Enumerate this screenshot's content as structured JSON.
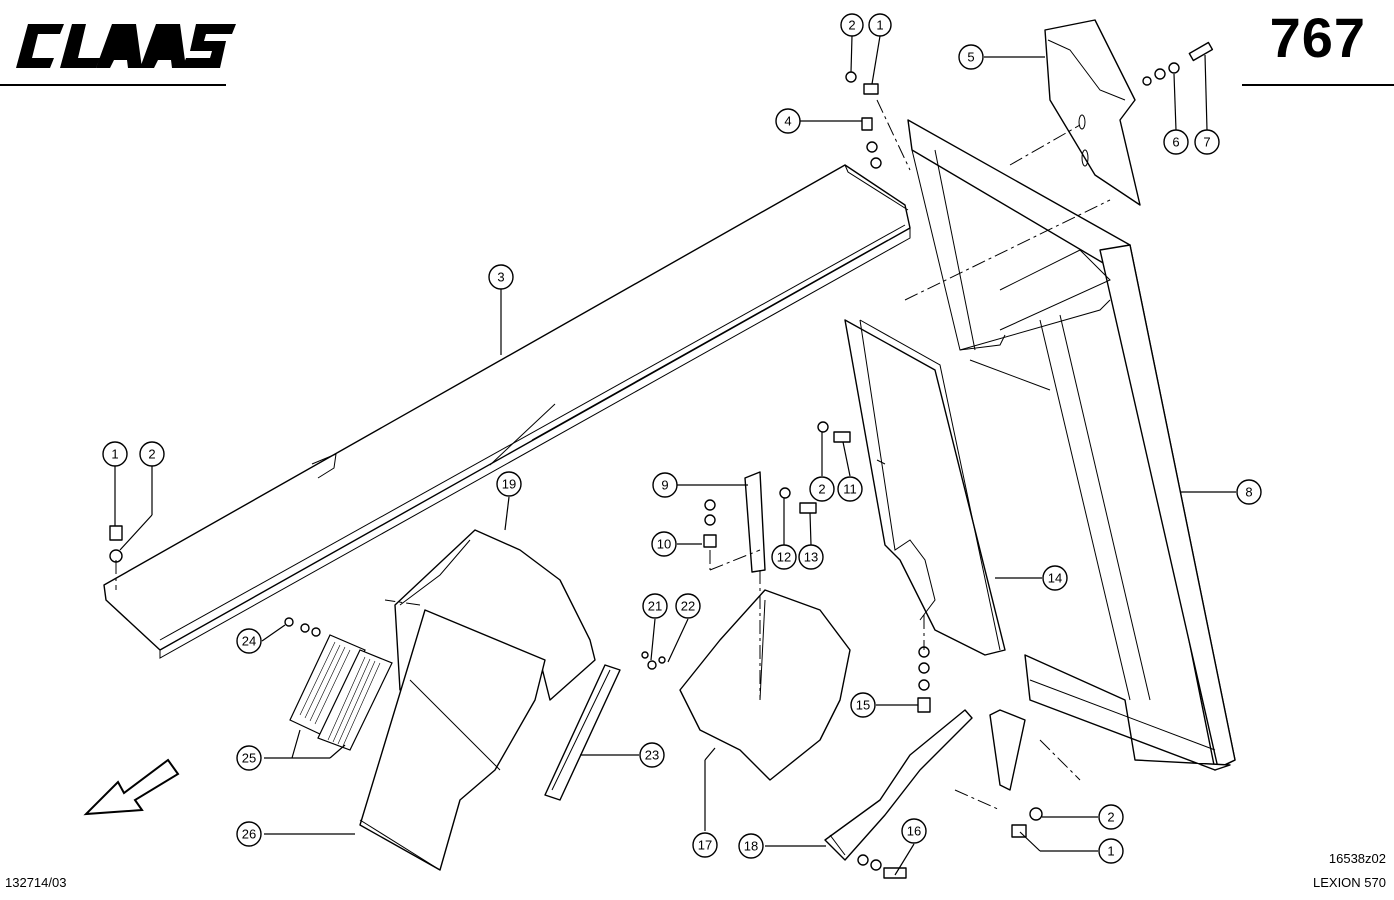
{
  "brand": {
    "logo_text": "CLAAS"
  },
  "page_number": "767",
  "footer": {
    "doc_number": "132714/03",
    "drawing_code": "16538z02",
    "model": "LEXION 570"
  },
  "direction_arrow": "arrow-down-left-icon",
  "callouts": {
    "c1a": "1",
    "c2a": "2",
    "c3": "3",
    "c4": "4",
    "c5": "5",
    "c6": "6",
    "c7": "7",
    "c8": "8",
    "c1b": "1",
    "c2b": "2",
    "c9": "9",
    "c2c": "2",
    "c11": "11",
    "c19": "19",
    "c10": "10",
    "c12": "12",
    "c13": "13",
    "c14": "14",
    "c21": "21",
    "c22": "22",
    "c24": "24",
    "c15": "15",
    "c23": "23",
    "c25": "25",
    "c2d": "2",
    "c16": "16",
    "c26": "26",
    "c17": "17",
    "c18": "18",
    "c1c": "1"
  }
}
